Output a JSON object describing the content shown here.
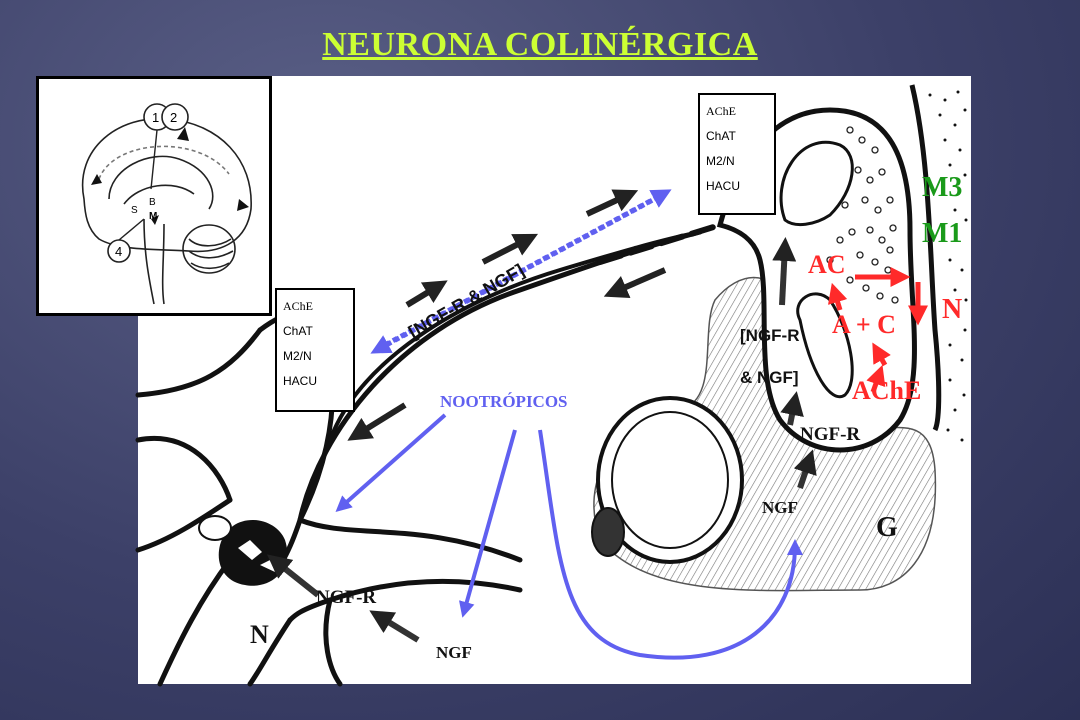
{
  "title": "NEURONA COLINÉRGICA",
  "brain_inset": {
    "labels": [
      "1",
      "2",
      "S",
      "B",
      "M",
      "4"
    ]
  },
  "box_left": {
    "items": [
      "AChE",
      "ChAT",
      "M2/N",
      "HACU"
    ]
  },
  "box_top": {
    "items": [
      "AChE",
      "ChAT",
      "M2/N",
      "HACU"
    ]
  },
  "labels": {
    "ngf_r_ngf_axon": "[NGF-R & NGF]",
    "nootropicos": "NOOTRÓPICOS",
    "ngf_r_ngf_terminal_1": "[NGF-R",
    "ngf_r_ngf_terminal_2": "& NGF]",
    "ngf_r_glia": "NGF-R",
    "ngf_glia": "NGF",
    "g": "G",
    "ngf_r_soma": "NGF-R",
    "ngf_bottom": "NGF",
    "n_soma": "N",
    "m3": "M3",
    "m1": "M1",
    "ac": "AC",
    "n_receptor": "N",
    "a_plus_c": "A + C",
    "ache": "AChE"
  },
  "colors": {
    "title": "#ccff33",
    "nootropic": "#6060f0",
    "receptor_green": "#1a9a1a",
    "red": "#ff2a2a",
    "background": "#3c4068"
  }
}
